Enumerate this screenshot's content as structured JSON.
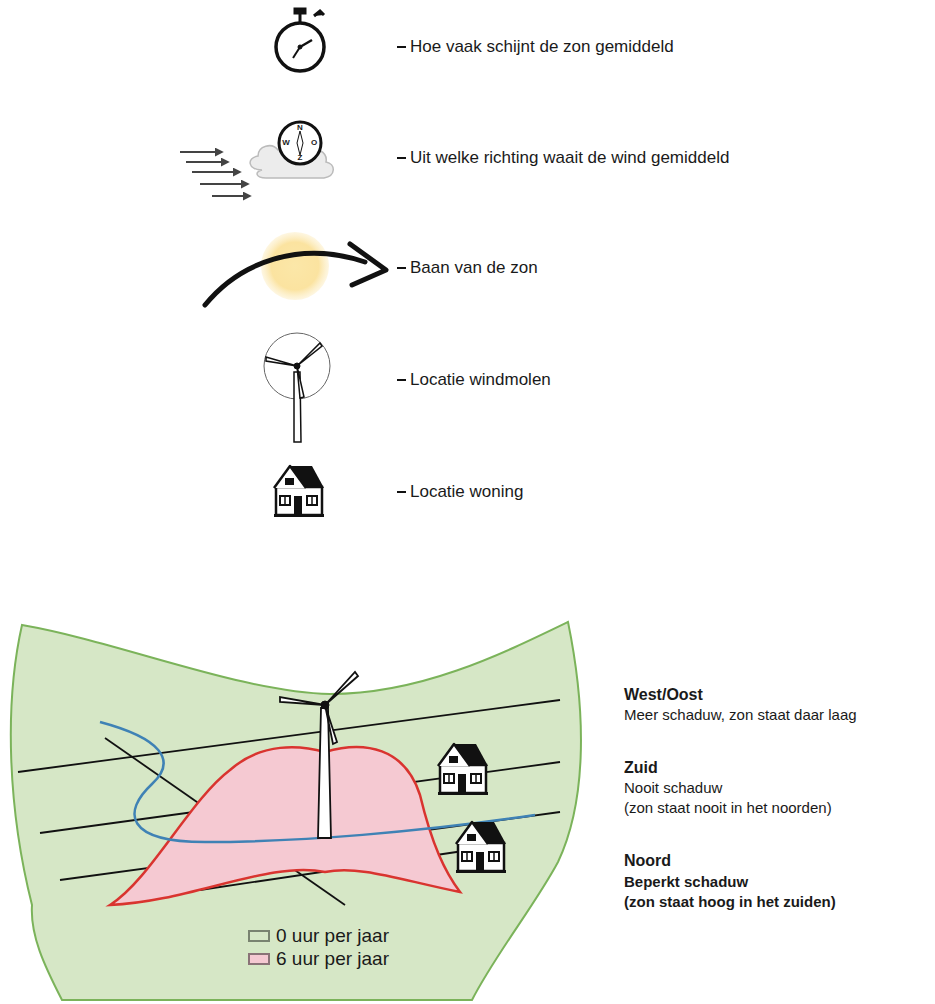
{
  "diagram": {
    "labels": [
      "N",
      "W",
      "O",
      "Z",
      "West/Oost",
      "Meer schaduw, zon staat daar laag",
      "Zuid",
      "Nooit schaduw",
      "(zon staat nooit in het noorden)",
      "Noord",
      "Beperkt schaduw",
      "(zon staat hoog in het zuiden)"
    ],
    "legend": [
      {
        "text": "Hoe vaak schijnt de zon gemiddeld"
      },
      {
        "text": "Uit welke richting waait de wind gemiddeld"
      },
      {
        "text": "Baan van de zon"
      },
      {
        "text": "Locatie windmolen"
      },
      {
        "text": "Locatie woning"
      },
      {
        "text": "0 uur per jaar",
        "color": "#d6e7c6"
      },
      {
        "text": "6 uur per jaar",
        "color": "#f5c9d2"
      }
    ]
  }
}
